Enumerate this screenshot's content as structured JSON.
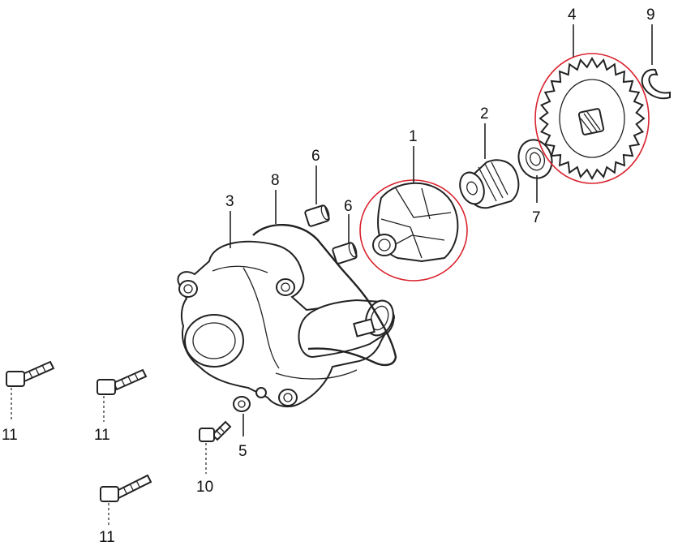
{
  "callouts": {
    "c1": "1",
    "c2": "2",
    "c3": "3",
    "c4": "4",
    "c5": "5",
    "c6a": "6",
    "c6b": "6",
    "c7": "7",
    "c8": "8",
    "c9": "9",
    "c10": "10",
    "c11a": "11",
    "c11b": "11",
    "c11c": "11"
  },
  "colors": {
    "highlight": "#d9232e",
    "line": "#222222",
    "background": "#ffffff"
  }
}
